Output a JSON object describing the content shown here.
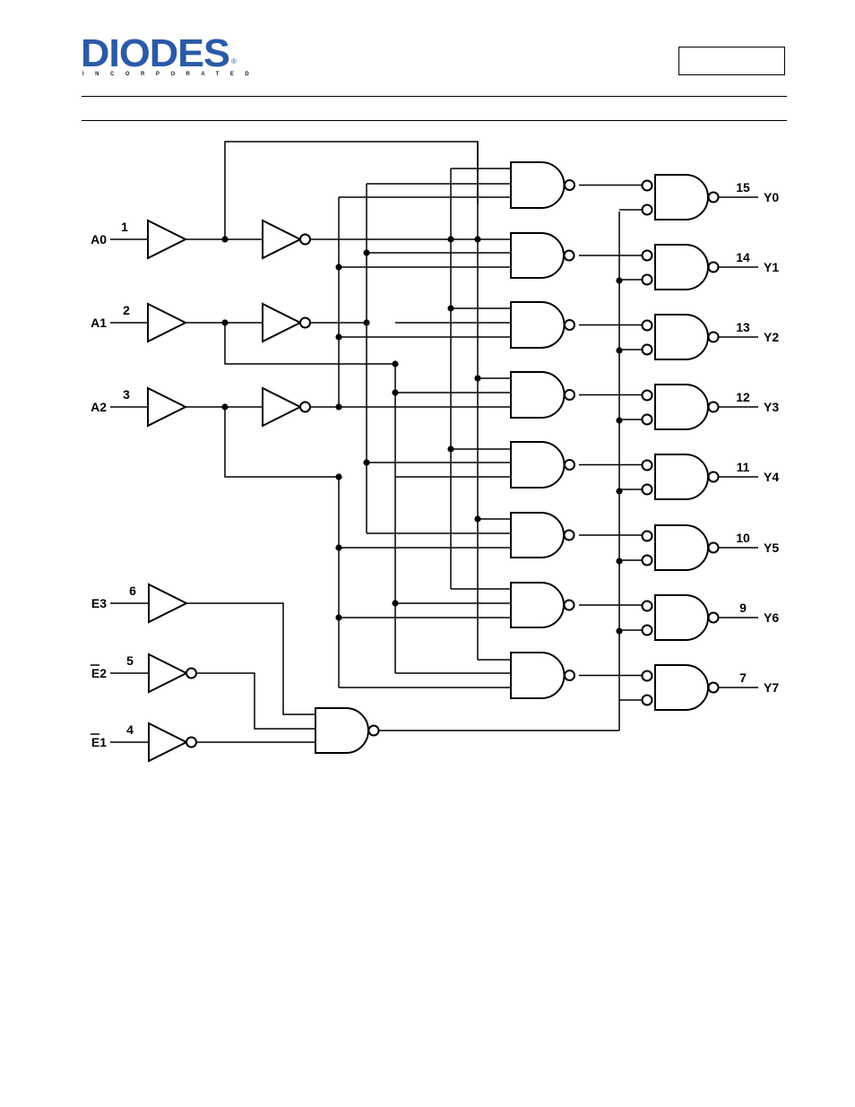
{
  "header": {
    "brand": "DIODES",
    "brand_sub": "INCORPORATED",
    "brand_reg": "®",
    "brand_color": "#2a5aa8",
    "part_number": ""
  },
  "diagram": {
    "inputs": [
      {
        "name": "A0",
        "pin": "1",
        "overbar": false
      },
      {
        "name": "A1",
        "pin": "2",
        "overbar": false
      },
      {
        "name": "A2",
        "pin": "3",
        "overbar": false
      },
      {
        "name": "E3",
        "pin": "6",
        "overbar": false
      },
      {
        "name": "E2",
        "pin": "5",
        "overbar": true
      },
      {
        "name": "E1",
        "pin": "4",
        "overbar": true
      }
    ],
    "outputs": [
      {
        "name": "Y0",
        "pin": "15"
      },
      {
        "name": "Y1",
        "pin": "14"
      },
      {
        "name": "Y2",
        "pin": "13"
      },
      {
        "name": "Y3",
        "pin": "12"
      },
      {
        "name": "Y4",
        "pin": "11"
      },
      {
        "name": "Y5",
        "pin": "10"
      },
      {
        "name": "Y6",
        "pin": "9"
      },
      {
        "name": "Y7",
        "pin": "7"
      }
    ]
  }
}
